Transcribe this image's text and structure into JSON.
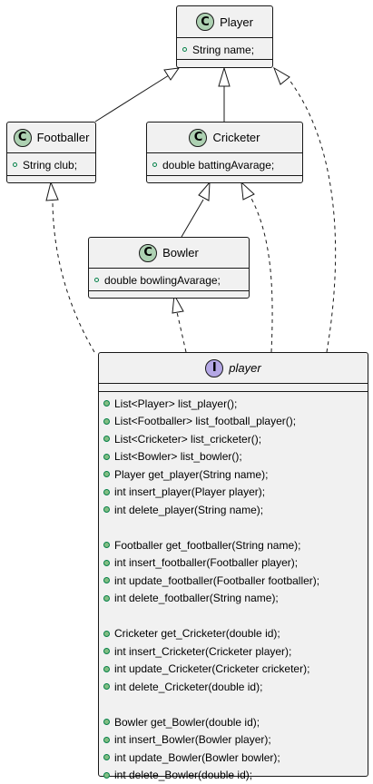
{
  "classes": {
    "player": {
      "stereotype": "C",
      "name": "Player",
      "fields": [
        "String name;"
      ]
    },
    "footballer": {
      "stereotype": "C",
      "name": "Footballer",
      "fields": [
        "String club;"
      ]
    },
    "cricketer": {
      "stereotype": "C",
      "name": "Cricketer",
      "fields": [
        "double battingAvarage;"
      ]
    },
    "bowler": {
      "stereotype": "C",
      "name": "Bowler",
      "fields": [
        "double bowlingAvarage;"
      ]
    }
  },
  "interface": {
    "stereotype": "I",
    "name": "player",
    "method_groups": [
      [
        "List<Player> list_player();",
        "List<Footballer> list_football_player();",
        "List<Cricketer> list_cricketer();",
        "List<Bowler> list_bowler();",
        "Player get_player(String name);",
        "int insert_player(Player player);",
        "int delete_player(String name);"
      ],
      [
        "Footballer get_footballer(String name);",
        "int insert_footballer(Footballer player);",
        "int update_footballer(Footballer footballer);",
        "int delete_footballer(String name);"
      ],
      [
        "Cricketer get_Cricketer(double id);",
        "int insert_Cricketer(Cricketer player);",
        "int update_Cricketer(Cricketer cricketer);",
        "int delete_Cricketer(double id);"
      ],
      [
        "Bowler get_Bowler(double id);",
        "int insert_Bowler(Bowler player);",
        "int update_Bowler(Bowler bowler);",
        "int delete_Bowler(double id);"
      ]
    ]
  },
  "colors": {
    "class_badge": "#add1b2",
    "interface_badge": "#b4a7e5",
    "box_fill": "#f1f1f1",
    "border": "#181818",
    "visibility": "#038048"
  }
}
